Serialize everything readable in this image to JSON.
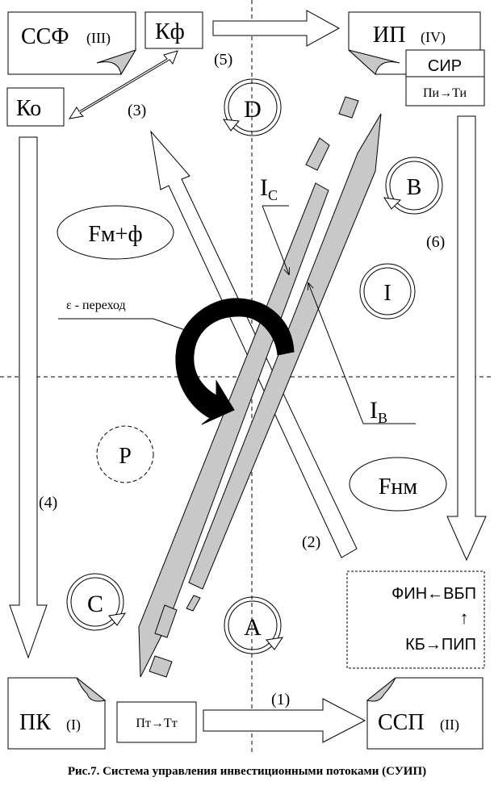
{
  "diagram": {
    "nodes": {
      "ssf": {
        "label": "ССФ",
        "roman": "(III)"
      },
      "kf": {
        "label": "Кф"
      },
      "ip": {
        "label": "ИП",
        "roman": "(IV)"
      },
      "sir": {
        "label": "СИР"
      },
      "piti": {
        "label": "Пи→Ти"
      },
      "ko": {
        "label": "Ко"
      },
      "pk": {
        "label": "ПК",
        "roman": "(I)"
      },
      "pttt": {
        "label": "Пт→Тт"
      },
      "ssp": {
        "label": "ССП",
        "roman": "(II)"
      },
      "fmf": {
        "label": "Fм+ф"
      },
      "fnm": {
        "label": "Fнм"
      },
      "i": {
        "label": "I"
      },
      "p": {
        "label": "Р"
      }
    },
    "cycles": {
      "d": "D",
      "b": "B",
      "c": "C",
      "a": "A"
    },
    "flow_numbers": {
      "n1": "(1)",
      "n2": "(2)",
      "n3": "(3)",
      "n4": "(4)",
      "n5": "(5)",
      "n6": "(6)"
    },
    "labels": {
      "ic_main": "I",
      "ic_sub": "C",
      "ib_main": "I",
      "ib_sub": "В",
      "epsilon": "ε - переход"
    },
    "fin_box": {
      "row1": "ФИН←ВБП",
      "up_arrow": "↑",
      "row2": "КБ→ПИП"
    }
  },
  "caption": "Рис.7. Система управления инвестиционными потоками (СУИП)"
}
